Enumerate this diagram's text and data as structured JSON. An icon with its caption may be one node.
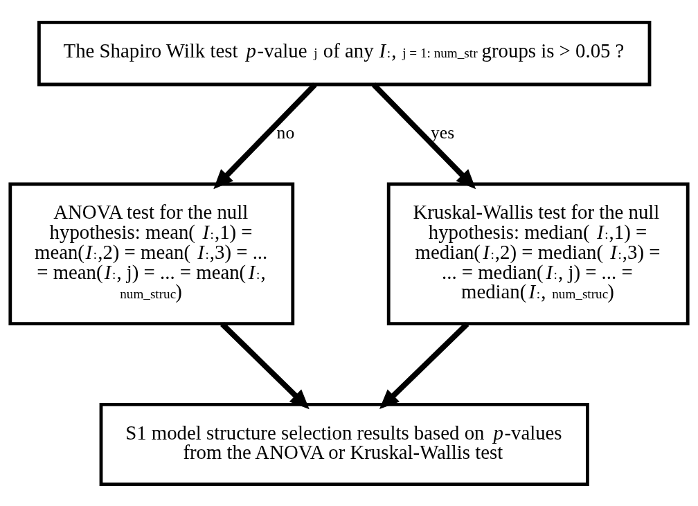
{
  "diagram": {
    "nodes": [
      {
        "text": [
          "The Shapiro Wilk test *p*-value $_{j}$ of any *I*$_{:}$, $_{j = 1: num_str}$ groups is > 0.05 ?"
        ]
      },
      {
        "text": [
          "ANOVA test for the null hypothesis: mean( *I*$_{:}$,1) = mean(*I*$_{:}$,2) = mean( *I*$_{:}$,3) = ... = mean(*I*$_{:}$, j) = ... = mean(*I*$_{:}$, $_{num_struc}$)"
        ]
      },
      {
        "text": [
          "Kruskal-Wallis test for the null hypothesis: median( *I*$_{:}$,1) = median(*I*$_{:}$,2) = median( *I*$_{:}$,3) = ... = median(*I*$_{:}$, j) = ... = median(*I*$_{:}$, $_{num_struc}$)"
        ]
      },
      {
        "text": [
          "S1 model structure selection results based on *p*-values from the ANOVA or Kruskal-Wallis test"
        ]
      }
    ],
    "edges": [
      {
        "from": 0,
        "to": 1,
        "arrow": "to",
        "label": "no"
      },
      {
        "from": 0,
        "to": 2,
        "arrow": "to",
        "label": "yes"
      },
      {
        "from": 1,
        "to": 3,
        "arrow": "to"
      },
      {
        "from": 2,
        "to": 3,
        "arrow": "to"
      }
    ]
  }
}
